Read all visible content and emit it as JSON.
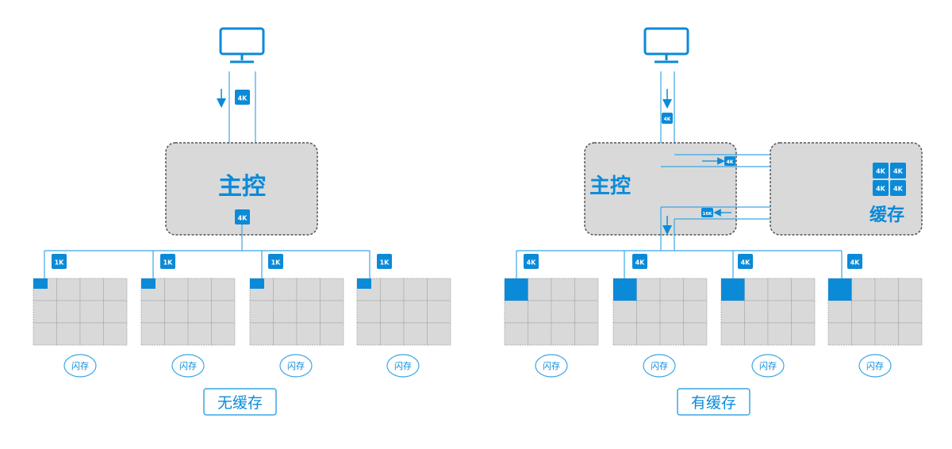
{
  "colors": {
    "accent": "#0b8ad8",
    "line": "#3aa6e6",
    "box_fill": "#d9d9d9",
    "box_border": "#555555",
    "cell_border": "#a8a8a8"
  },
  "left_panel": {
    "controller_label": "主控",
    "host_to_controller_badge": "4K",
    "controller_out_badge": "4K",
    "chip_badges": [
      "1K",
      "1K",
      "1K",
      "1K"
    ],
    "flash_labels": [
      "闪存",
      "闪存",
      "闪存",
      "闪存"
    ],
    "chip_filled_fraction": "1/12 (partial)",
    "caption": "无缓存"
  },
  "right_panel": {
    "controller_label": "主控",
    "cache_label": "缓存",
    "host_to_controller_badge": "4K",
    "to_cache_badge": "4K",
    "from_cache_badge": "16K",
    "cache_blocks": [
      "4K",
      "4K",
      "4K",
      "4K"
    ],
    "chip_badges": [
      "4K",
      "4K",
      "4K",
      "4K"
    ],
    "flash_labels": [
      "闪存",
      "闪存",
      "闪存",
      "闪存"
    ],
    "caption": "有缓存"
  }
}
